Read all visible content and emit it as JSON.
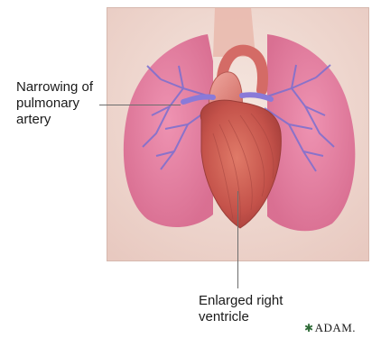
{
  "labels": {
    "narrowing": "Narrowing of\npulmonary\nartery",
    "enlarged": "Enlarged right\nventricle"
  },
  "logo": {
    "text": "ADAM.",
    "icon": "adam-star-icon"
  },
  "colors": {
    "background": "#f4ddd6",
    "lung": "#e67fa0",
    "heart": "#c8564b",
    "vessels": "#7a6fd0",
    "leader": "#6d6d6d"
  }
}
